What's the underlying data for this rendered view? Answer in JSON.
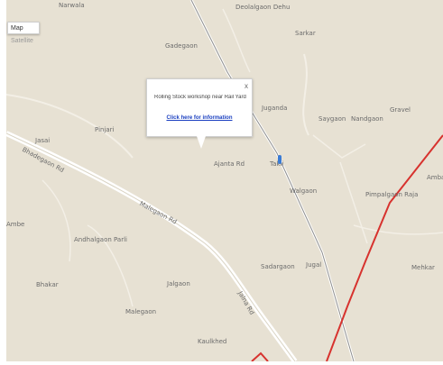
{
  "map_type_button": {
    "label": "Map",
    "sub": "Satellite"
  },
  "popup": {
    "description": "Rolling Stock workshop near Rail Yard",
    "link_text": "Click here for information",
    "close": "x"
  },
  "labels": [
    "Narwala",
    "Deolalgaon Dehu",
    "Sarkar",
    "Gadegaon",
    "Juganda",
    "Saygaon",
    "Pinjari",
    "Nandgaon",
    "Ajanta Rd",
    "Gravel",
    "Ambad",
    "Jasai",
    "Walgaon",
    "Pimpalgaon Raja",
    "Andhalgaon Parli",
    "Sadargaon",
    "Jugal",
    "Mehkar",
    "Bhakar",
    "Jalgaon",
    "Malegaon",
    "Kaulkhed",
    "Takli",
    "Ambe",
    "Bhadegaon Rd",
    "Malegaon Rd",
    "Jalna Rd"
  ]
}
